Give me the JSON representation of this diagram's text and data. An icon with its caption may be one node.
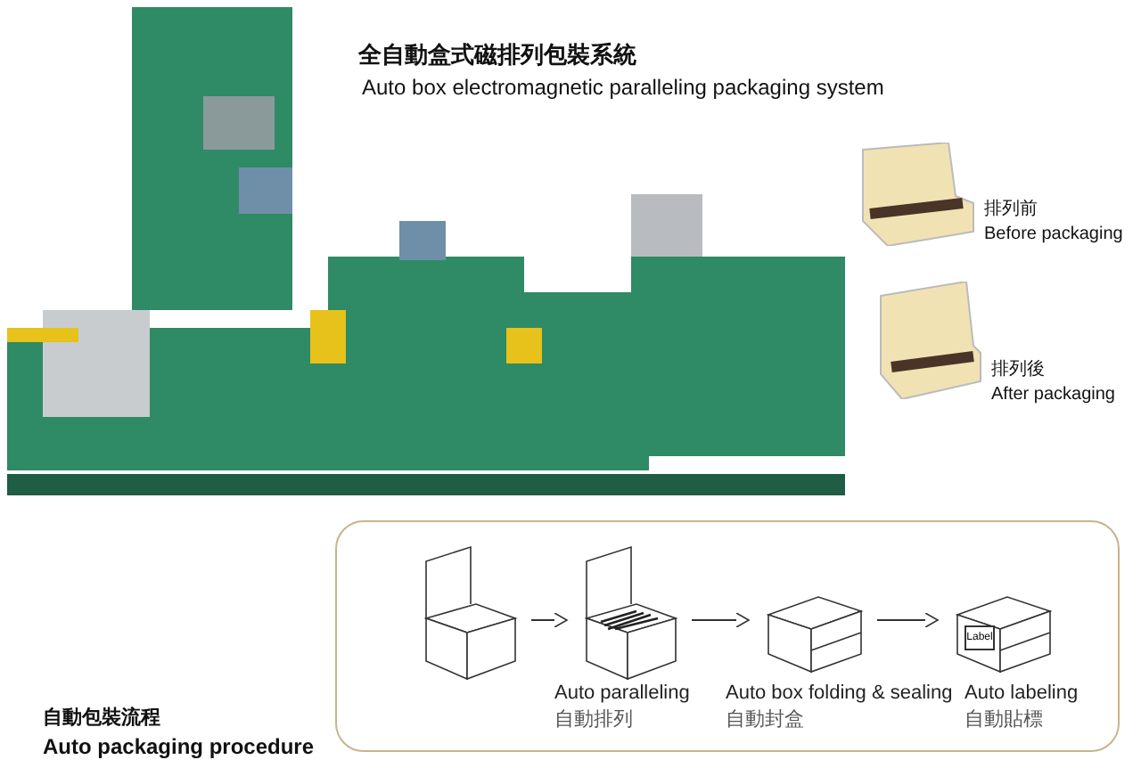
{
  "diagram": {
    "title": "全自動盒式磁排列包裝系統",
    "nodes": [
      {
        "text": [],
        "shape": "box"
      },
      {
        "text": [],
        "shape": "picture",
        "in": 0
      },
      {
        "text": [],
        "shape": "picture",
        "in": 0,
        "beside": [
          "Auto paralleling",
          "自動排列"
        ]
      },
      {
        "text": [],
        "shape": "picture",
        "in": 0,
        "beside": [
          "Auto box folding & sealing",
          "自動封盒"
        ]
      },
      {
        "text": [
          "Label"
        ],
        "in": 0,
        "beside": [
          "Auto labeling",
          "自動貼標"
        ]
      }
    ],
    "edges": [
      {
        "from": 1,
        "to": 2,
        "arrow": "to"
      },
      {
        "from": 2,
        "to": 3,
        "arrow": "to"
      },
      {
        "from": 3,
        "to": 4,
        "arrow": "to"
      }
    ],
    "labels": [
      "Auto box electromagnetic paralleling packaging system",
      "排列前",
      "Before packaging",
      "排列後",
      "After packaging",
      "自動包裝流程",
      "Auto packaging procedure"
    ]
  }
}
